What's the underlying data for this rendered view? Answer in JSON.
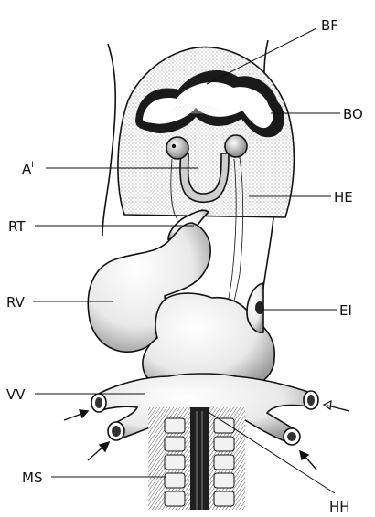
{
  "figure": {
    "labels": {
      "bf": "BF",
      "bo": "BO",
      "a1_main": "A",
      "a1_sup": "I",
      "he": "HE",
      "rt": "RT",
      "rv": "RV",
      "ei": "EI",
      "vv": "VV",
      "ms": "MS",
      "hh": "HH"
    },
    "colors": {
      "ink": "#111111",
      "paper": "#ffffff",
      "shade": "#d9d9d9",
      "dark_band": "#1a1a1a"
    }
  }
}
